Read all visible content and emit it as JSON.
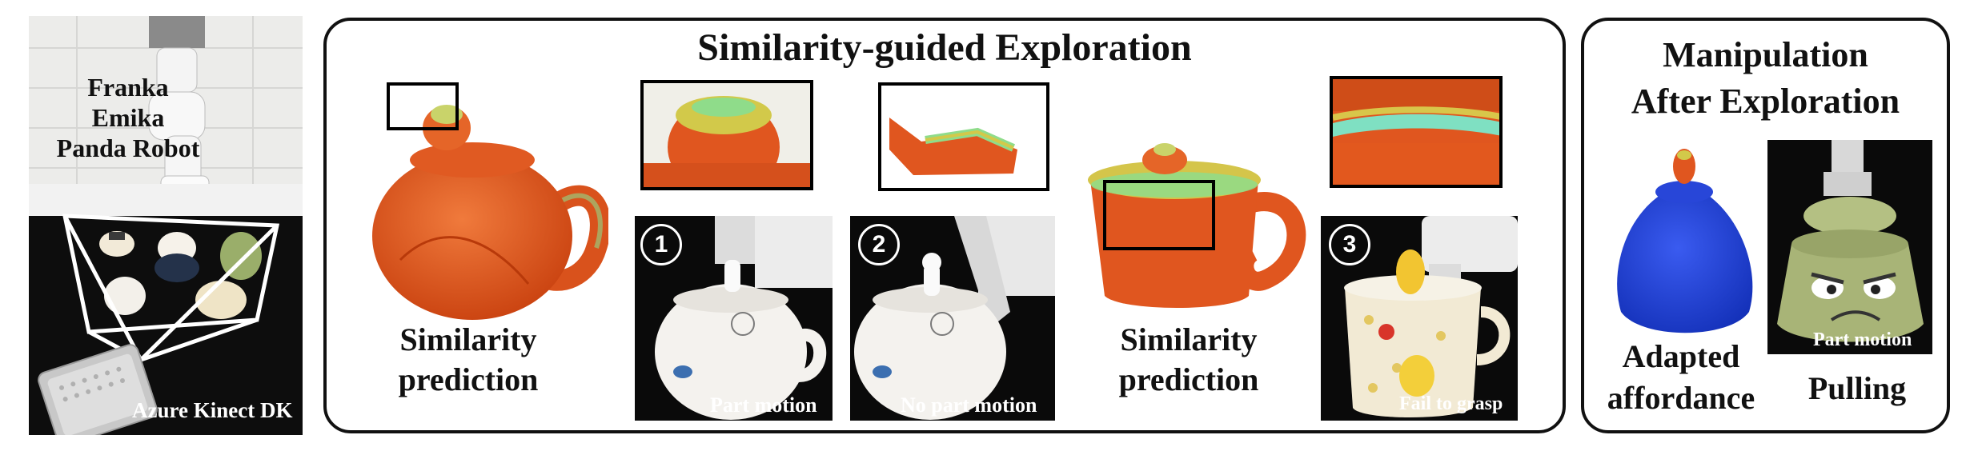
{
  "setup": {
    "robot_label": "Franka\nEmika\nPanda Robot",
    "camera_label": "Azure Kinect DK"
  },
  "exploration": {
    "title": "Similarity-guided Exploration",
    "similarity_label_1": "Similarity\nprediction",
    "similarity_label_2": "Similarity\nprediction",
    "steps": [
      {
        "number": "1",
        "caption": "Part motion"
      },
      {
        "number": "2",
        "caption": "No part motion"
      },
      {
        "number": "3",
        "caption": "Fail to grasp"
      }
    ]
  },
  "manipulation": {
    "title": "Manipulation\nAfter Exploration",
    "affordance_label": "Adapted\naffordance",
    "action_label": "Pulling",
    "photo_caption": "Part motion"
  },
  "colors": {
    "mesh_orange": "#e4561f",
    "mesh_highlight": "#7be08a",
    "mesh_blue": "#1f3fd6",
    "ceramic_green": "#a8b477",
    "photo_background": "#0a0a0a"
  }
}
